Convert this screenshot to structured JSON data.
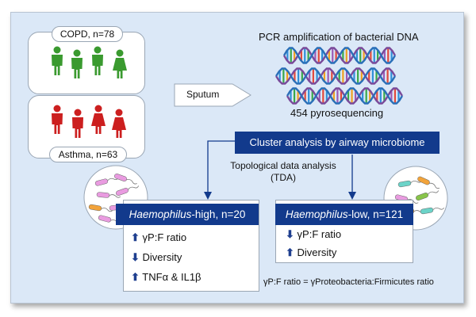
{
  "groups": {
    "copd": "COPD, n=78",
    "asthma": "Asthma, n=63"
  },
  "colors": {
    "copd": "#3a9a2f",
    "asthma": "#cc1f1f",
    "navy": "#123a8c",
    "background": "#dbe8f7"
  },
  "sputum": "Sputum",
  "pcr": "PCR amplification of bacterial DNA",
  "pyro": "454 pyrosequencing",
  "cluster": "Cluster analysis by airway microbiome",
  "tda": {
    "line1": "Topological data analysis",
    "line2": "(TDA)"
  },
  "high": {
    "title_italic": "Haemophilus",
    "title_rest": "-high, n=20",
    "rows": [
      {
        "arrow": "up",
        "text": "γP:F ratio"
      },
      {
        "arrow": "down",
        "text": "Diversity"
      },
      {
        "arrow": "up",
        "text": "TNFα & IL1β"
      }
    ]
  },
  "low": {
    "title_italic": "Haemophilus",
    "title_rest": "-low, n=121",
    "rows": [
      {
        "arrow": "down",
        "text": "γP:F ratio"
      },
      {
        "arrow": "up",
        "text": "Diversity"
      }
    ]
  },
  "footnote": "γP:F ratio = γProteobacteria:Firmicutes ratio",
  "icons": [
    "person-icon",
    "dna-helix-icon",
    "bacteria-icon",
    "arrow-up-icon",
    "arrow-down-icon"
  ]
}
